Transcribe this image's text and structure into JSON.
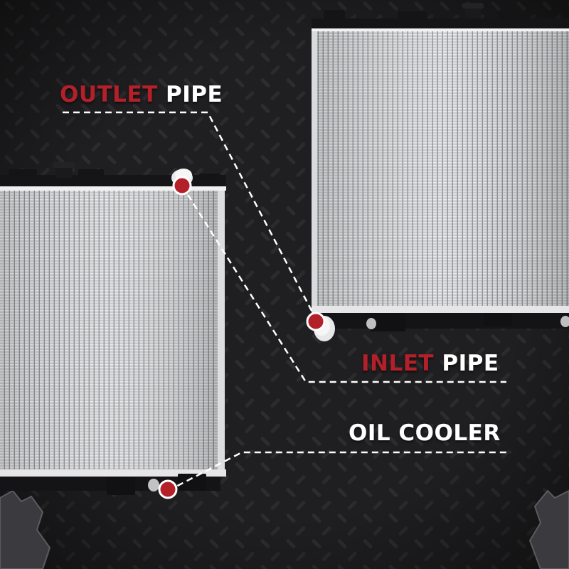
{
  "colors": {
    "background": "#1f1f21",
    "accent": "#b3202a",
    "label_white": "#ffffff",
    "leader_line": "#ffffff"
  },
  "callouts": {
    "outlet_pipe": {
      "accent": "OUTLET",
      "rest": "PIPE"
    },
    "inlet_pipe": {
      "accent": "INLET",
      "rest": "PIPE"
    },
    "oil_cooler": {
      "accent": "",
      "rest": "OIL COOLER"
    }
  },
  "icons": {
    "marker": "red-circle-marker",
    "radiator_cap": "radiator-filler-neck-icon",
    "pipe": "pipe-fitting-icon"
  }
}
